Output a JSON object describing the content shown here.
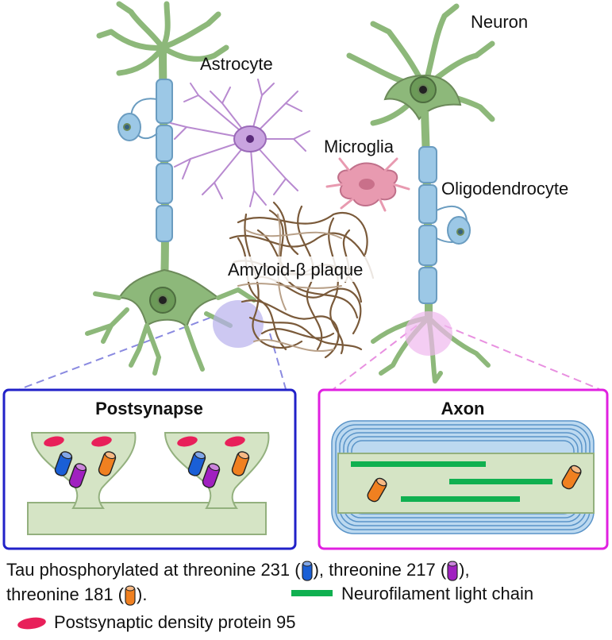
{
  "labels": {
    "neuron": "Neuron",
    "astrocyte": "Astrocyte",
    "microglia": "Microglia",
    "oligodendrocyte": "Oligodendrocyte",
    "plaque": "Amyloid-β plaque"
  },
  "panels": {
    "postsynapse": {
      "title": "Postsynapse",
      "border_color": "#2121c8"
    },
    "axon": {
      "title": "Axon",
      "border_color": "#e020e0"
    }
  },
  "legend": {
    "tau_part1": "Tau phosphorylated at threonine 231 (",
    "tau_part2": "), threonine 217 (",
    "tau_part3": "),",
    "tau_part4": "threonine 181 (",
    "tau_part5": ").",
    "nfl": "Neurofilament light chain",
    "psd95": "Postsynaptic density protein 95"
  },
  "colors": {
    "neuron_green": "#8db87a",
    "myelin_blue": "#9cc8e6",
    "astrocyte_purple": "#b88ad0",
    "microglia_pink": "#e89ab0",
    "plaque_brown": "#7a5a3a",
    "p231_blue": "#1a5fd6",
    "p217_purple": "#a020c0",
    "p181_orange": "#f08020",
    "nfl_green": "#10b050",
    "psd95_red": "#e8205a"
  }
}
